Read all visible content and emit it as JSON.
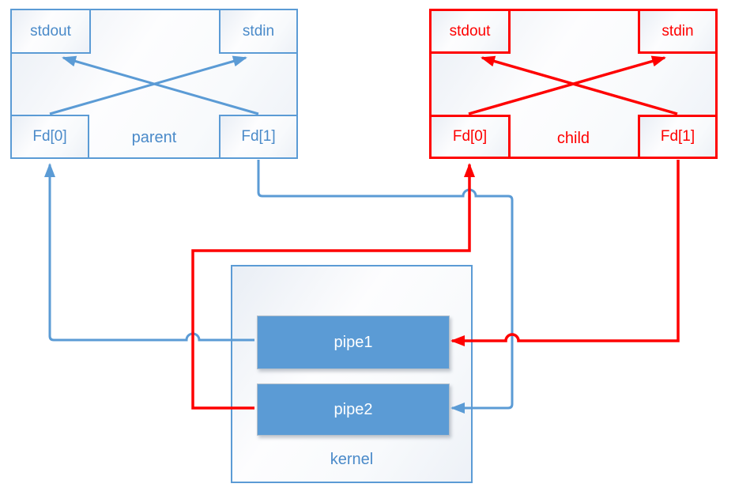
{
  "colors": {
    "blue": "#5b9bd5",
    "red": "#fe0000",
    "blue_text": "#4a8ac9",
    "pipe_fill": "#5b9bd5",
    "pipe_text": "#ffffff"
  },
  "parent_process": {
    "label": "parent",
    "stdout_label": "stdout",
    "stdin_label": "stdin",
    "fd0_label": "Fd[0]",
    "fd1_label": "Fd[1]"
  },
  "child_process": {
    "label": "child",
    "stdout_label": "stdout",
    "stdin_label": "stdin",
    "fd0_label": "Fd[0]",
    "fd1_label": "Fd[1]"
  },
  "kernel": {
    "label": "kernel",
    "pipes": [
      {
        "label": "pipe1"
      },
      {
        "label": "pipe2"
      }
    ]
  },
  "connections": [
    {
      "from": "parent Fd[0]",
      "to": "parent stdin",
      "color": "blue"
    },
    {
      "from": "parent Fd[1]",
      "to": "parent stdout",
      "color": "blue"
    },
    {
      "from": "child Fd[0]",
      "to": "child stdin",
      "color": "red"
    },
    {
      "from": "child Fd[1]",
      "to": "child stdout",
      "color": "red"
    },
    {
      "from": "pipe1",
      "to": "parent Fd[0]",
      "color": "blue"
    },
    {
      "from": "parent Fd[1]",
      "to": "pipe2",
      "color": "blue"
    },
    {
      "from": "pipe2",
      "to": "child Fd[0]",
      "color": "red"
    },
    {
      "from": "child Fd[1]",
      "to": "pipe1",
      "color": "red"
    }
  ]
}
